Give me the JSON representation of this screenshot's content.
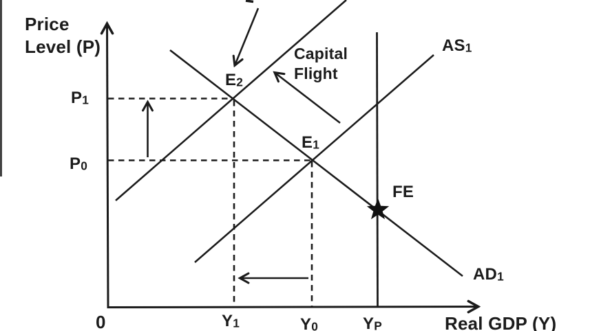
{
  "colors": {
    "ink": "#1b1b1b",
    "background": "#ffffff",
    "star": "#111111"
  },
  "axis": {
    "y_label_line1": "Price",
    "y_label_line2": "Level (P)",
    "x_label": "Real GDP (Y)",
    "origin": "0"
  },
  "labels": {
    "p1": {
      "base": "P",
      "sub": "1"
    },
    "p0": {
      "base": "P",
      "sub": "0"
    },
    "y1": {
      "base": "Y",
      "sub": "1"
    },
    "y0": {
      "base": "Y",
      "sub": "0"
    },
    "yp": {
      "base": "Y",
      "sub": "P"
    },
    "e2": {
      "base": "E",
      "sub": "2"
    },
    "e1": {
      "base": "E",
      "sub": "1"
    },
    "as1": {
      "base": "AS",
      "sub": "1"
    },
    "ad1": {
      "base": "AD",
      "sub": "1"
    },
    "fe": "FE",
    "capital_flight": {
      "line1": "Capital",
      "line2": "Flight"
    }
  },
  "diagram": {
    "type": "as-ad-macroeconomics-diagram",
    "y_axis": "Price Level (P)",
    "x_axis": "Real GDP (Y)",
    "curves": [
      "AS1: upward-sloping aggregate supply through E1",
      "unlabeled leftward-shifted AS curve through E2 (label cut off at top edge, pointer arrow indicates it)",
      "AD1: downward-sloping aggregate demand through E2, E1 and FE",
      "vertical full-employment line at YP"
    ],
    "equilibria": [
      {
        "point": "E1",
        "price": "P0",
        "output": "Y0"
      },
      {
        "point": "E2",
        "price": "P1",
        "output": "Y1"
      }
    ],
    "marker": {
      "point": "FE",
      "shape": "filled five-point star",
      "location": "intersection of AD1 and the vertical YP line"
    },
    "annotation": "Capital Flight (arrow pointing up-left toward shifted AS curve)",
    "movement_arrows": [
      "vertical arrow pointing up between the P0 and P1 dashed lines",
      "horizontal arrow pointing left from the Y0 dashed line to the Y1 dashed line"
    ],
    "dashed_guides": [
      "P1 to E2 to Y1",
      "P0 to E1 to Y0"
    ]
  }
}
